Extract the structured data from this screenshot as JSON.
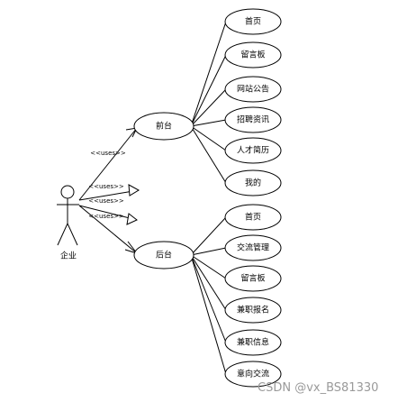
{
  "actor": {
    "name": "企业"
  },
  "systems": [
    {
      "name": "前台",
      "use_cases": [
        "首页",
        "留言板",
        "网站公告",
        "招聘资讯",
        "人才简历",
        "我的"
      ]
    },
    {
      "name": "后台",
      "use_cases": [
        "首页",
        "交流管理",
        "留言板",
        "兼职报名",
        "兼职信息",
        "意向交流"
      ]
    }
  ],
  "relations": [
    "<<uses>>",
    "<<uses>>",
    "<<uses>>",
    "<<uses>>"
  ],
  "watermark": "CSDN @vx_BS81330"
}
